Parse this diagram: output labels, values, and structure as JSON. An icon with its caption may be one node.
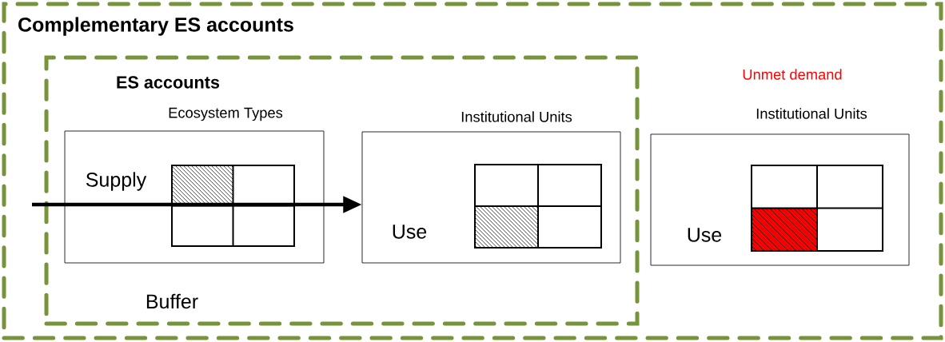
{
  "diagram": {
    "nodes": [
      {
        "text": [
          "Complementary ES accounts"
        ]
      },
      {
        "text": [
          "ES accounts",
          "Buffer"
        ],
        "in": 0
      },
      {
        "text": [
          "Ecosystem Types",
          "Supply"
        ],
        "in": 1
      },
      {
        "text": [
          "Institutional Units",
          "Use"
        ],
        "in": 1
      },
      {
        "text": [
          "Institutional Units",
          "Use"
        ],
        "in": 0
      }
    ],
    "edges": [
      {
        "from": null,
        "to": 3,
        "arrow": "to"
      }
    ],
    "labels": [
      "Unmet demand"
    ]
  }
}
